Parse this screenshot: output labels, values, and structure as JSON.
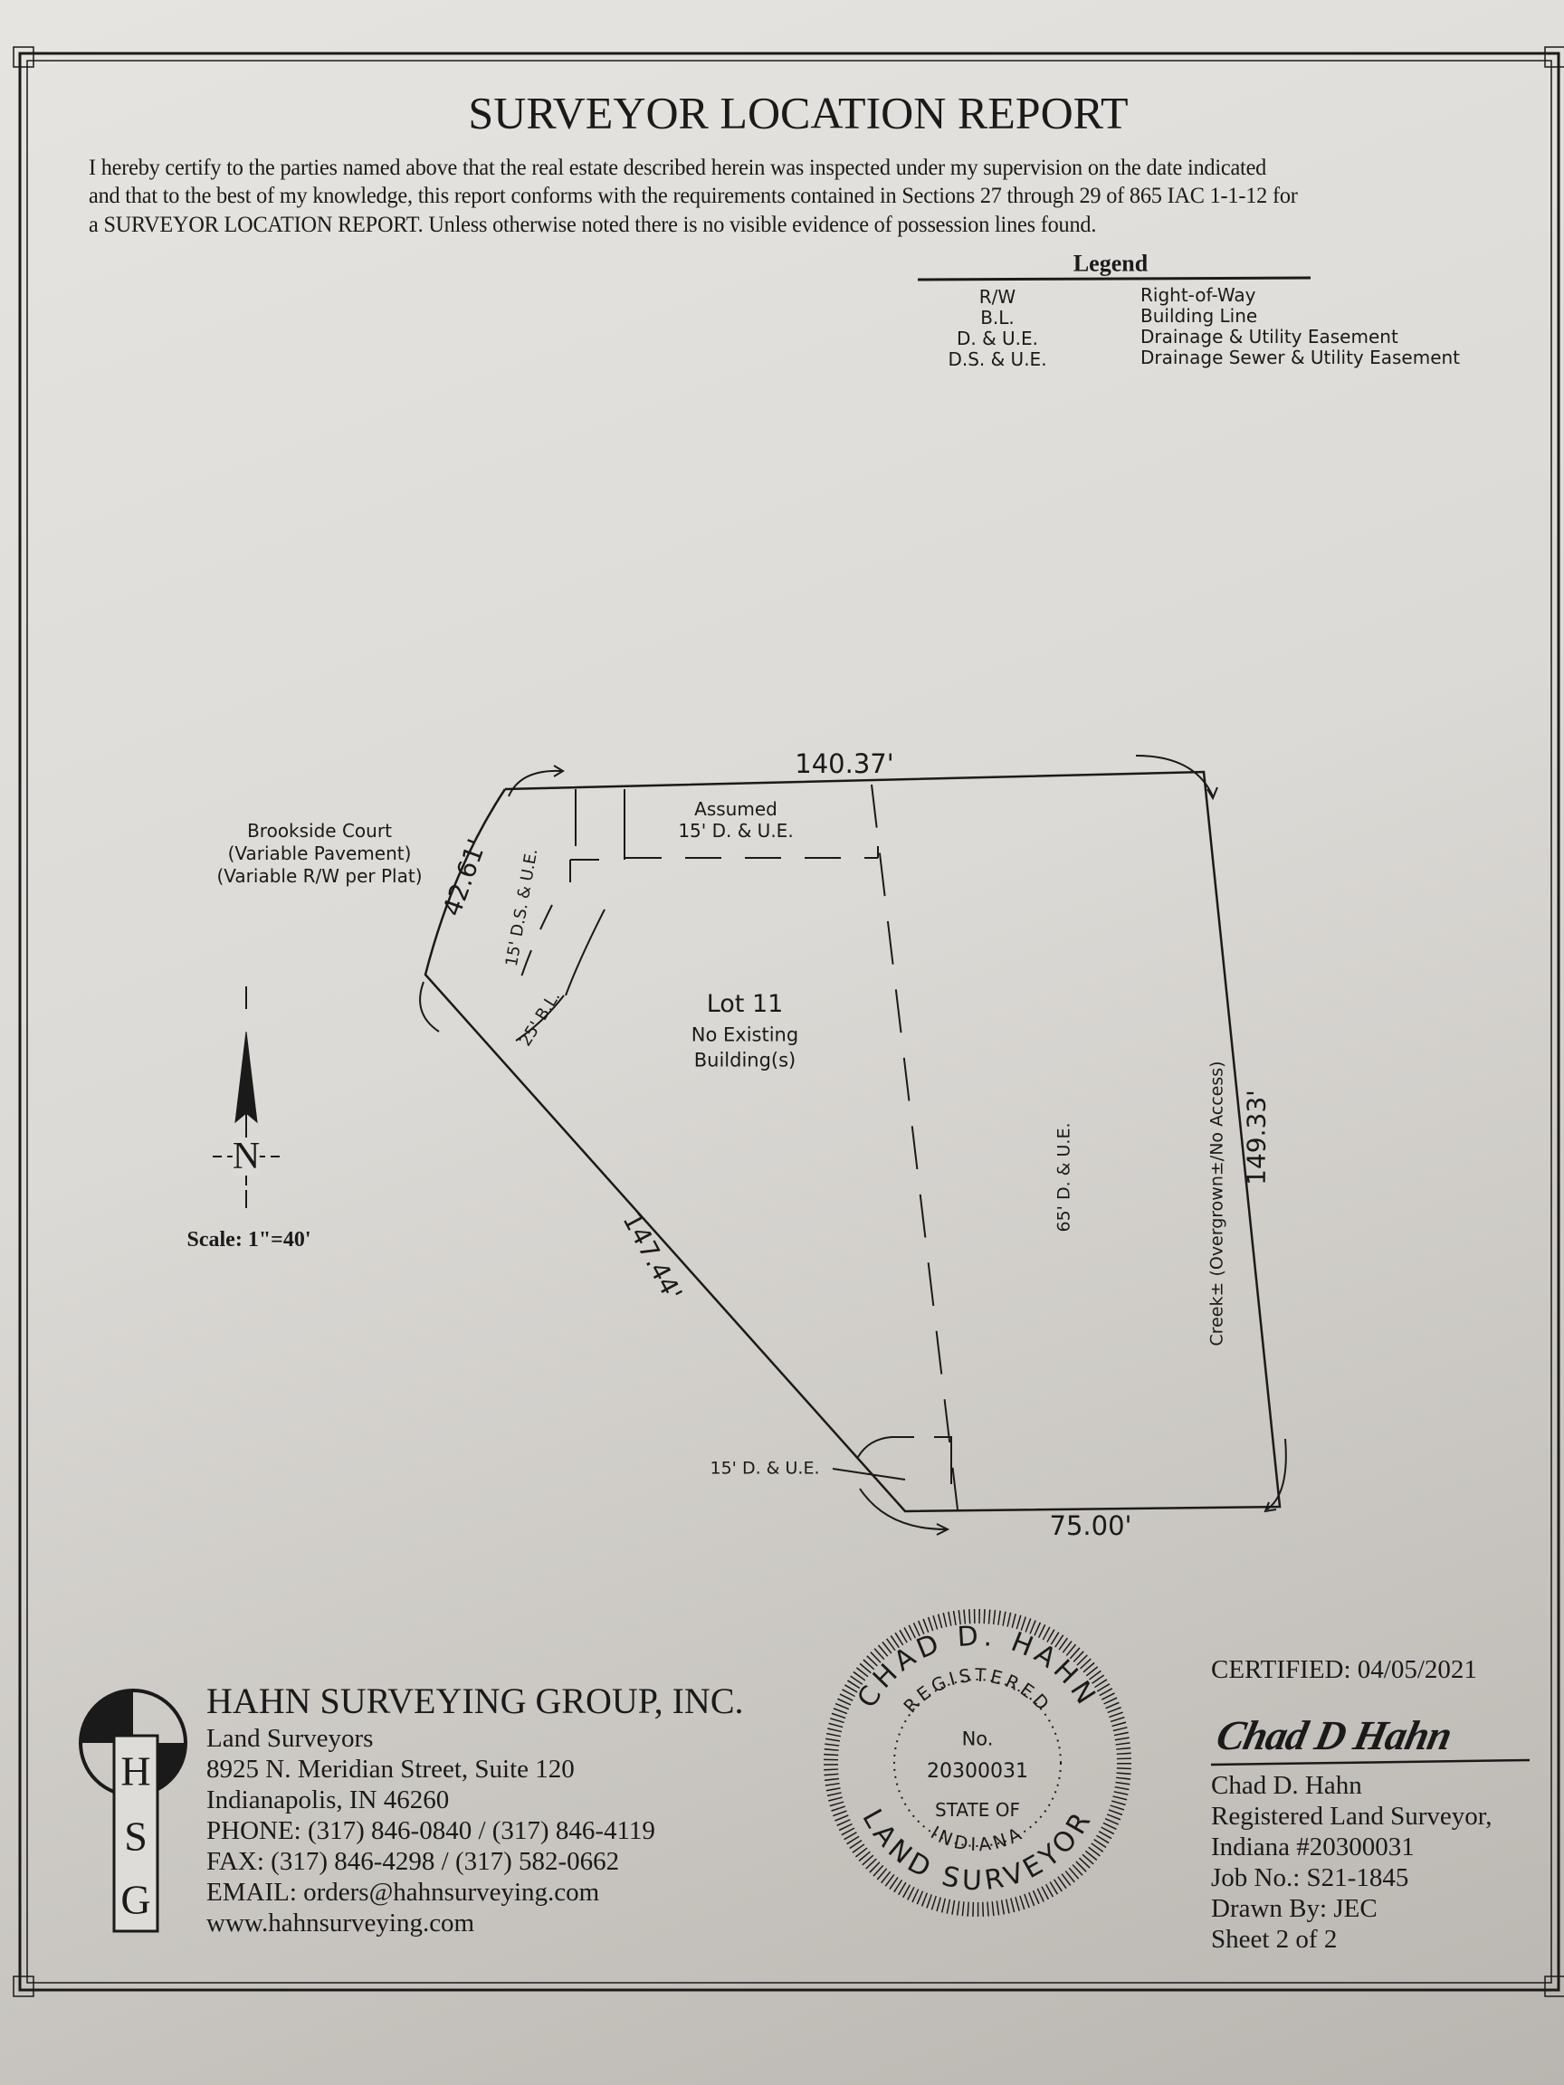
{
  "title": "SURVEYOR LOCATION REPORT",
  "certification": [
    "I hereby certify to the parties named above that the real estate described herein was inspected under my supervision on the date indicated",
    "and that to the best of my knowledge, this report conforms with the requirements contained in Sections 27 through 29 of 865 IAC 1-1-12 for",
    "a SURVEYOR LOCATION REPORT. Unless otherwise noted there is no visible evidence of possession lines found."
  ],
  "legend": {
    "title": "Legend",
    "items": [
      {
        "abbr": "R/W",
        "meaning": "Right-of-Way"
      },
      {
        "abbr": "B.L.",
        "meaning": "Building Line"
      },
      {
        "abbr": "D. & U.E.",
        "meaning": "Drainage & Utility Easement"
      },
      {
        "abbr": "D.S. & U.E.",
        "meaning": "Drainage Sewer & Utility Easement"
      }
    ]
  },
  "plat": {
    "street": [
      "Brookside Court",
      "(Variable Pavement)",
      "(Variable R/W per Plat)"
    ],
    "north_dim": "140.37'",
    "front_dim": "42.61'",
    "southwest_dim": "147.44'",
    "south_dim": "75.00'",
    "east_dim": "149.33'",
    "assumed_easement": [
      "Assumed",
      "15' D. & U.E."
    ],
    "front_easement": "15' D.S. & U.E.",
    "building_line": "25' B.L.",
    "lot": [
      "Lot 11",
      "No Existing",
      "Building(s)"
    ],
    "south_easement": "15' D. & U.E.",
    "east_easement": "65' D. & U.E.",
    "creek": "Creek± (Overgrown±/No Access)",
    "north_letter": "N",
    "scale": "Scale:  1\"=40'"
  },
  "company": {
    "logo_letters": [
      "H",
      "S",
      "G"
    ],
    "name": "HAHN SURVEYING GROUP, INC.",
    "lines": [
      "Land Surveyors",
      "8925 N. Meridian Street, Suite 120",
      "Indianapolis, IN 46260",
      "PHONE: (317) 846-0840 / (317) 846-4119",
      "FAX: (317) 846-4298 / (317) 582-0662",
      "EMAIL: orders@hahnsurveying.com",
      "www.hahnsurveying.com"
    ]
  },
  "seal": {
    "top": "CHAD D. HAHN",
    "inner_top": "REGISTERED",
    "no": "No.",
    "number": "20300031",
    "state_of": "STATE OF",
    "inner_bottom": "INDIANA",
    "bottom": "LAND SURVEYOR"
  },
  "certified": {
    "date": "CERTIFIED: 04/05/2021",
    "signature": "Chad D Hahn",
    "lines": [
      "Chad D. Hahn",
      "Registered Land Surveyor,",
      "Indiana #20300031",
      "Job No.: S21-1845",
      "Drawn By: JEC",
      "Sheet 2 of 2"
    ]
  }
}
